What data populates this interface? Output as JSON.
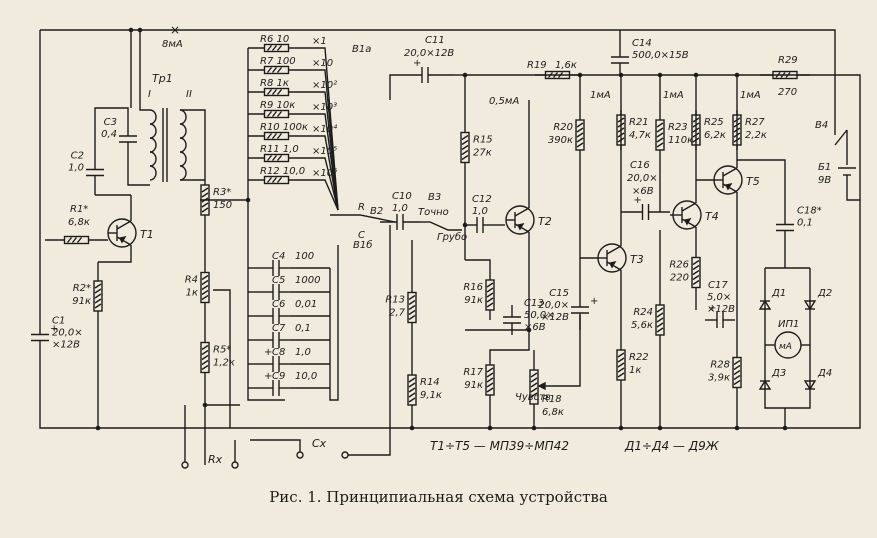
{
  "caption": "Рис. 1. Принципиальная схема устройства",
  "legend": {
    "transistors": "Т1÷Т5 — МП39÷МП42",
    "diodes": "Д1÷Д4 — Д9Ж"
  },
  "switches": {
    "B1a": "B1a",
    "B1b": "B1б",
    "B2": "B2",
    "B3": "B3",
    "B4": "B4",
    "pos_R": "R",
    "pos_C": "C",
    "tochno": "Точно",
    "grubo": "Грубо"
  },
  "terminals": {
    "rx": "Rx",
    "cx": "Cx"
  },
  "currents": {
    "i8": "8мА",
    "i05": "0,5мА",
    "i1a": "1мА",
    "i1b": "1мА",
    "i1c": "1мА"
  },
  "transformer": {
    "name": "Тр1",
    "w1": "I",
    "w2": "II"
  },
  "semis": {
    "t1": "Т1",
    "t2": "Т2",
    "t3": "Т3",
    "t4": "Т4",
    "t5": "Т5",
    "d1": "Д1",
    "d2": "Д2",
    "d3": "Д3",
    "d4": "Д4"
  },
  "meter": {
    "symbol": "мА",
    "name": "ИП1"
  },
  "battery": {
    "name": "Б1",
    "value": "9В"
  },
  "components": [
    {
      "key": "C3",
      "name": "C3",
      "value": "0,4"
    },
    {
      "key": "C2",
      "name": "C2",
      "value": "1,0"
    },
    {
      "key": "R1",
      "name": "R1*",
      "value": "6,8к"
    },
    {
      "key": "R2",
      "name": "R2*",
      "value": "91к"
    },
    {
      "key": "C1",
      "name": "C1",
      "value": "20,0×",
      "value2": "×12В"
    },
    {
      "key": "R3",
      "name": "R3*",
      "value": "150"
    },
    {
      "key": "R4",
      "name": "R4",
      "value": "1к"
    },
    {
      "key": "R5",
      "name": "R5*",
      "value": "1,2к"
    },
    {
      "key": "R6",
      "name": "R6",
      "value": "10",
      "mult": "×1"
    },
    {
      "key": "R7",
      "name": "R7",
      "value": "100",
      "mult": "×10"
    },
    {
      "key": "R8",
      "name": "R8",
      "value": "1к",
      "mult": "×10²"
    },
    {
      "key": "R9",
      "name": "R9",
      "value": "10к",
      "mult": "×10³"
    },
    {
      "key": "R10",
      "name": "R10",
      "value": "100к",
      "mult": "×10⁴"
    },
    {
      "key": "R11",
      "name": "R11",
      "value": "1,0",
      "mult": "×10⁵"
    },
    {
      "key": "R12",
      "name": "R12",
      "value": "10,0",
      "mult": "×10⁶"
    },
    {
      "key": "C4",
      "name": "C4",
      "value": "100"
    },
    {
      "key": "C5",
      "name": "C5",
      "value": "1000"
    },
    {
      "key": "C6",
      "name": "C6",
      "value": "0,01"
    },
    {
      "key": "C7",
      "name": "C7",
      "value": "0,1"
    },
    {
      "key": "C8",
      "name": "C8",
      "value": "1,0"
    },
    {
      "key": "C9",
      "name": "C9",
      "value": "10,0"
    },
    {
      "key": "C10",
      "name": "C10",
      "value": "1,0"
    },
    {
      "key": "C11",
      "name": "C11",
      "value": "20,0×12В"
    },
    {
      "key": "C12",
      "name": "C12",
      "value": "1,0"
    },
    {
      "key": "C13",
      "name": "C13",
      "value": "50,0×",
      "value2": "×6В"
    },
    {
      "key": "C14",
      "name": "C14",
      "value": "500,0×15В"
    },
    {
      "key": "C15",
      "name": "C15",
      "value": "20,0×",
      "value2": "×12В"
    },
    {
      "key": "C16",
      "name": "C16",
      "value": "20,0×",
      "value2": "×6В"
    },
    {
      "key": "C17",
      "name": "C17",
      "value": "5,0×",
      "value2": "×12В"
    },
    {
      "key": "C18",
      "name": "C18*",
      "value": "0,1"
    },
    {
      "key": "R13",
      "name": "R13",
      "value": "2,7"
    },
    {
      "key": "R14",
      "name": "R14",
      "value": "9,1к"
    },
    {
      "key": "R15",
      "name": "R15",
      "value": "27к"
    },
    {
      "key": "R16",
      "name": "R16",
      "value": "91к"
    },
    {
      "key": "R17",
      "name": "R17",
      "value": "91к"
    },
    {
      "key": "R18",
      "name": "R18",
      "value": "6,8к",
      "label": "Чувств."
    },
    {
      "key": "R19",
      "name": "R19",
      "value": "1,6к"
    },
    {
      "key": "R20",
      "name": "R20",
      "value": "390к"
    },
    {
      "key": "R21",
      "name": "R21",
      "value": "4,7к"
    },
    {
      "key": "R22",
      "name": "R22",
      "value": "1к"
    },
    {
      "key": "R23",
      "name": "R23",
      "value": "110к"
    },
    {
      "key": "R24",
      "name": "R24",
      "value": "5,6к"
    },
    {
      "key": "R25",
      "name": "R25",
      "value": "6,2к"
    },
    {
      "key": "R26",
      "name": "R26",
      "value": "220"
    },
    {
      "key": "R27",
      "name": "R27",
      "value": "2,2к"
    },
    {
      "key": "R28",
      "name": "R28",
      "value": "3,9к"
    },
    {
      "key": "R29",
      "name": "R29",
      "value": "270"
    }
  ]
}
